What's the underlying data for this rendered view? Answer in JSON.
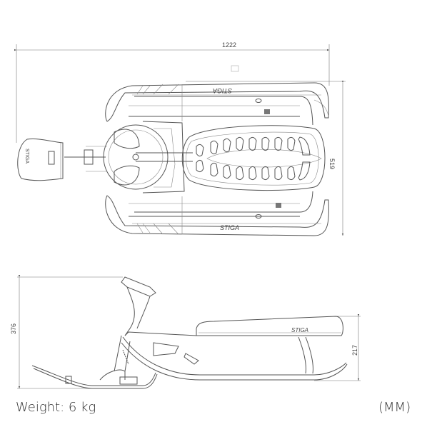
{
  "dimensions": {
    "length": "1222",
    "width": "519",
    "height": "376",
    "seat_height": "217"
  },
  "footer": {
    "weight": "Weight: 6 kg",
    "unit": "(MM)"
  },
  "logo_text": "STIGA",
  "colors": {
    "line": "#555555",
    "text": "#333333"
  }
}
